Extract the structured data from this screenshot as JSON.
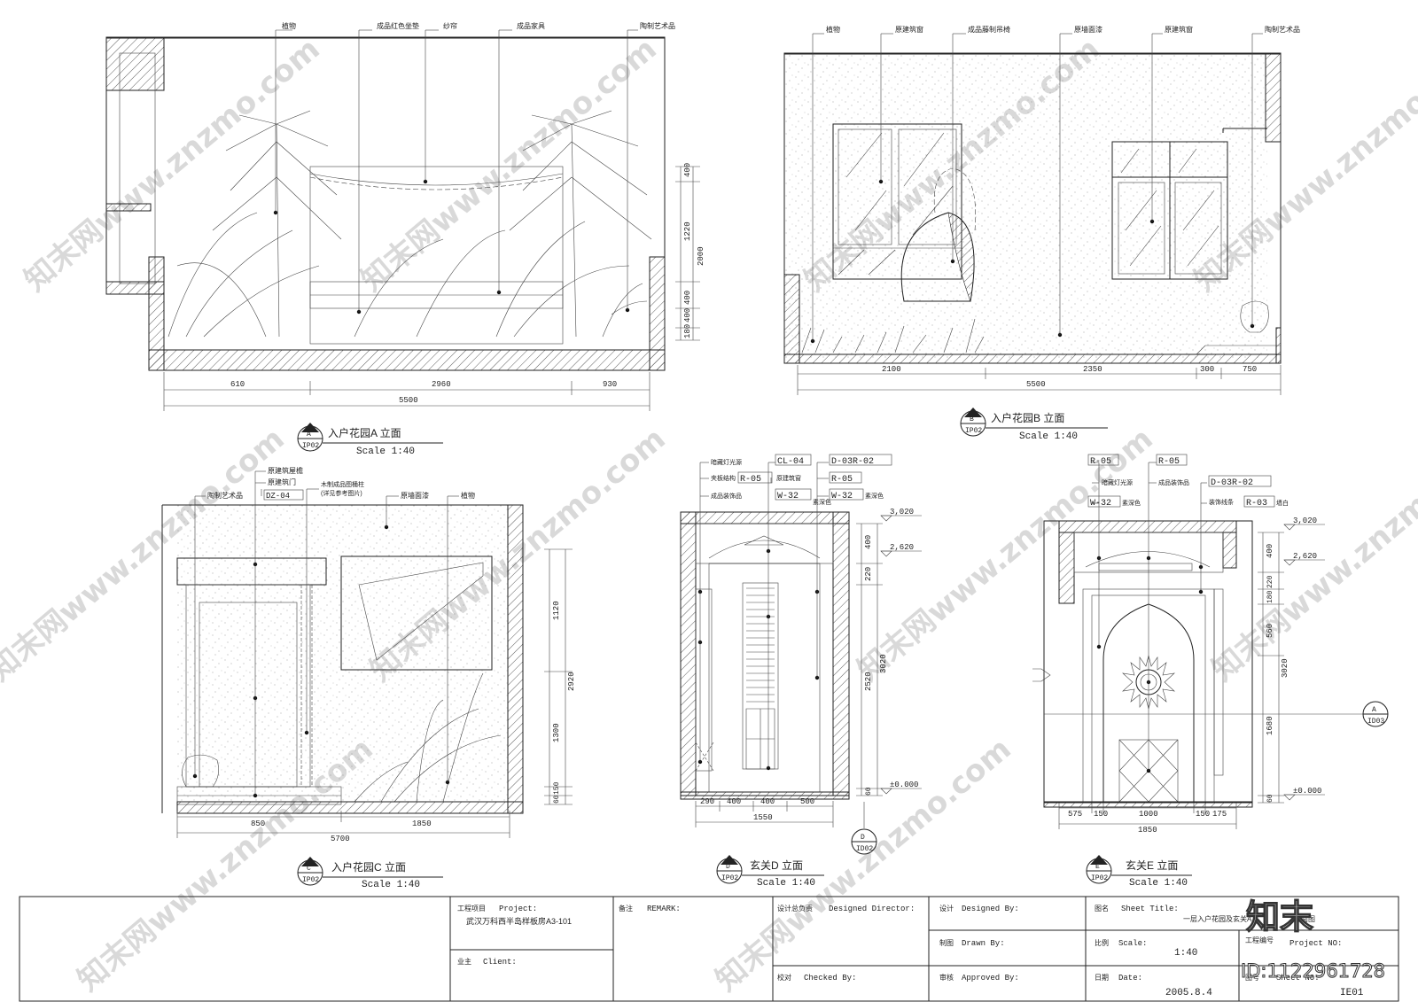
{
  "watermarks": {
    "site": "知末网www.znzmo.com",
    "logo": "知末",
    "id_label": "ID:1122961728"
  },
  "elevations": [
    {
      "id": "A",
      "tag_letter": "A",
      "tag_sheet": "IP02",
      "title": "入户花园A 立面",
      "scale": "Scale 1:40",
      "callouts": [
        "植物",
        "成品红色坐垫",
        "纱帘",
        "成品家具",
        "陶制艺术品"
      ],
      "dims_bottom": [
        "610",
        "2960",
        "930"
      ],
      "dim_total": "5500",
      "dims_right": [
        "400",
        "1220",
        "2000",
        "400",
        "400",
        "180"
      ]
    },
    {
      "id": "B",
      "tag_letter": "B",
      "tag_sheet": "IP02",
      "title": "入户花园B 立面",
      "scale": "Scale 1:40",
      "callouts": [
        "植物",
        "原建筑窗",
        "成品藤制吊椅",
        "原墙面漆",
        "原建筑窗",
        "陶制艺术品"
      ],
      "dims_bottom": [
        "2100",
        "2350",
        "300",
        "750"
      ],
      "dim_total": "5500"
    },
    {
      "id": "C",
      "tag_letter": "C",
      "tag_sheet": "IP02",
      "title": "入户花园C 立面",
      "scale": "Scale 1:40",
      "callouts": [
        "原建筑屋檐",
        "原建筑门",
        "DZ-04",
        "陶制艺术品",
        "木制成品图桶柱",
        "(详见参考图片)",
        "原墙面漆",
        "植物"
      ],
      "dims_bottom": [
        "850",
        "1850"
      ],
      "dim_total": "5700",
      "dims_right": [
        "1120",
        "2920",
        "1300",
        "150",
        "60"
      ]
    },
    {
      "id": "D",
      "tag_letter": "D",
      "tag_sheet": "IP02",
      "title": "玄关D 立面",
      "scale": "Scale 1:40",
      "callouts": [
        "暗藏灯光源",
        "夹板结构",
        "成品装饰品",
        "CL-04",
        "R-05",
        "原建筑窗",
        "W-32",
        "D-03R-02",
        "R-05",
        "W-32",
        "素深色",
        "素深色"
      ],
      "levels": [
        "3,020",
        "2,620",
        "±0.000"
      ],
      "dims_right": [
        "400",
        "220",
        "3020",
        "2520",
        "60"
      ],
      "dims_bottom": [
        "290",
        "400",
        "400",
        "500"
      ],
      "dim_total": "1550",
      "section_tag": {
        "letter": "D",
        "sheet": "ID02"
      }
    },
    {
      "id": "E",
      "tag_letter": "E",
      "tag_sheet": "IP02",
      "title": "玄关E 立面",
      "scale": "Scale 1:40",
      "callouts": [
        "R-05",
        "R-05",
        "暗藏灯光源",
        "成品装饰品",
        "W-32",
        "素深色",
        "D-03R-02",
        "装饰线条",
        "R-03",
        "墙白"
      ],
      "levels": [
        "3,020",
        "2,620",
        "±0.000"
      ],
      "dims_right": [
        "400",
        "220",
        "180",
        "560",
        "3020",
        "1680",
        "60"
      ],
      "dims_bottom": [
        "575",
        "150",
        "1000",
        "150",
        "175"
      ],
      "dim_total": "1850",
      "section_tag": {
        "letter": "A",
        "sheet": "ID03"
      }
    }
  ],
  "title_block": {
    "project_label": "工程项目",
    "project_label_en": "Project:",
    "project_value": "武汉万科西半岛样板房A3-101",
    "client_label": "业主",
    "client_label_en": "Client:",
    "remark_label": "备注",
    "remark_label_en": "REMARK:",
    "director_label": "设计总负责",
    "director_label_en": "Designed Director:",
    "checked_label": "校对",
    "checked_label_en": "Checked By:",
    "designed_label": "设计",
    "designed_label_en": "Designed By:",
    "drawn_label": "制图",
    "drawn_label_en": "Drawn By:",
    "approved_label": "审核",
    "approved_label_en": "Approved By:",
    "sheet_title_label": "图名",
    "sheet_title_label_en": "Sheet Title:",
    "sheet_title_value": "一层入户花园及玄关A",
    "sheet_title_value2": "立面图",
    "scale_label": "比例",
    "scale_label_en": "Scale:",
    "scale_value": "1:40",
    "project_no_label": "工程编号",
    "project_no_label_en": "Project NO:",
    "date_label": "日期",
    "date_label_en": "Date:",
    "date_value": "2005.8.4",
    "sheet_no_label": "图号",
    "sheet_no_label_en": "Sheet NO:",
    "sheet_no_value": "IE01"
  }
}
